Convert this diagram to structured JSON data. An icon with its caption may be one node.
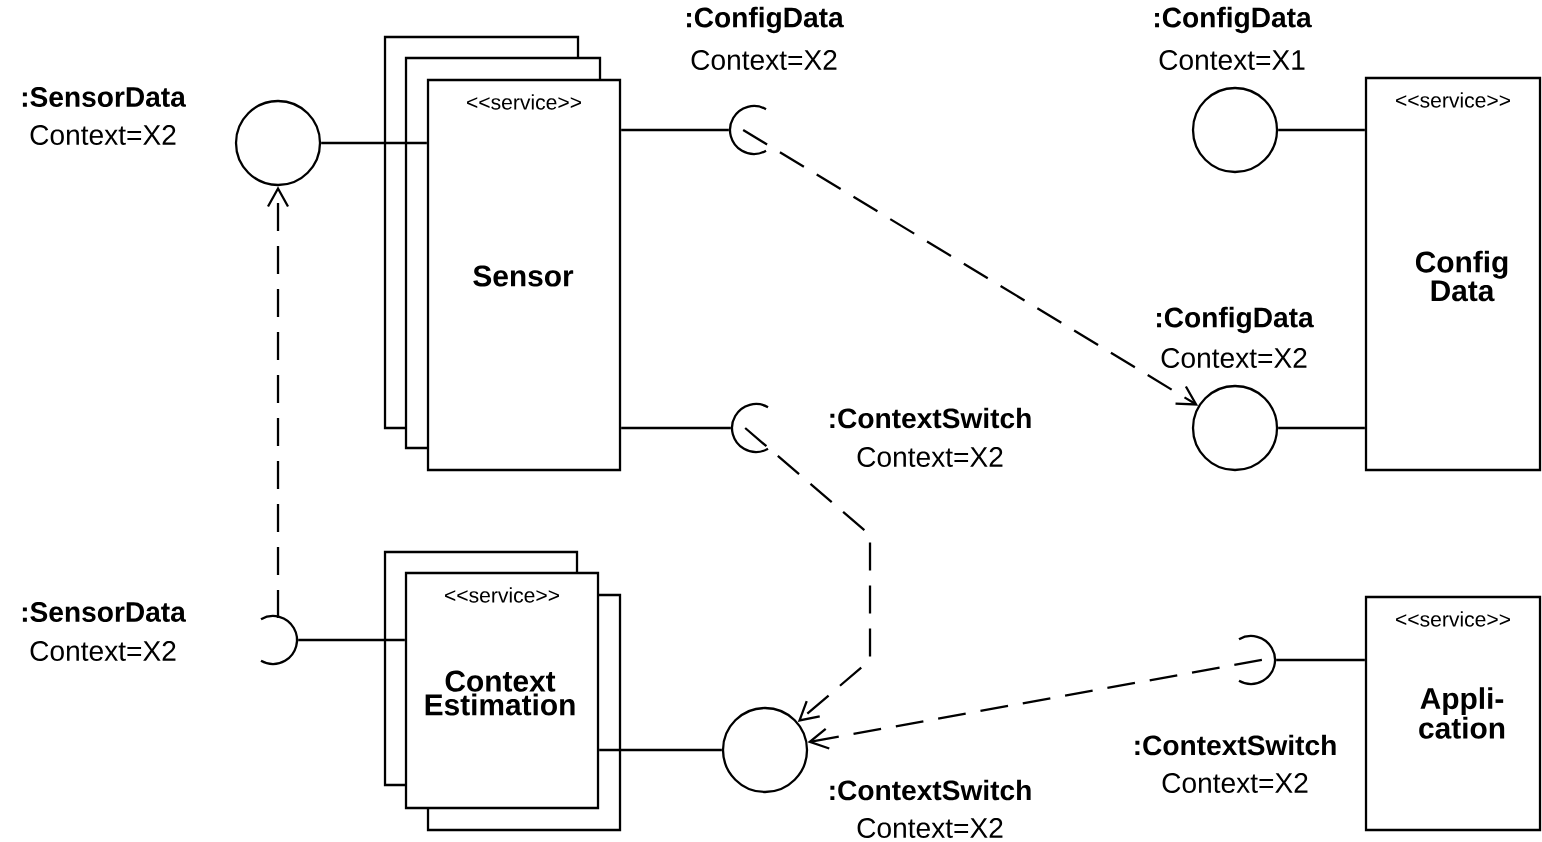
{
  "diagram": {
    "nodes": [
      {
        "text": [
          "<<service>>",
          "Sensor"
        ]
      },
      {
        "text": [
          "<<service>>",
          "Context Estimation"
        ]
      },
      {
        "text": [
          "<<service>>",
          "Config Data"
        ]
      },
      {
        "text": [
          "<<service>>",
          "Appli- cation"
        ]
      },
      {
        "text": [],
        "shape": "circle",
        "beside": [
          ":SensorData",
          "Context=X2"
        ]
      },
      {
        "text": [],
        "shape": "arc",
        "beside": [
          ":ConfigData",
          "Context=X2"
        ]
      },
      {
        "text": [],
        "shape": "arc",
        "beside": [
          ":ContextSwitch",
          "Context=X2"
        ]
      },
      {
        "text": [],
        "shape": "circle",
        "beside": [
          ":ConfigData",
          "Context=X1"
        ]
      },
      {
        "text": [],
        "shape": "circle",
        "beside": [
          ":ConfigData",
          "Context=X2"
        ]
      },
      {
        "text": [],
        "shape": "arc",
        "beside": [
          ":SensorData",
          "Context=X2"
        ]
      },
      {
        "text": [],
        "shape": "circle",
        "beside": [
          ":ContextSwitch",
          "Context=X2"
        ]
      },
      {
        "text": [],
        "shape": "arc",
        "beside": [
          ":ContextSwitch",
          "Context=X2"
        ]
      }
    ],
    "edges": [
      {
        "from": 4,
        "to": 0,
        "arrow": "none"
      },
      {
        "from": 0,
        "to": 5,
        "arrow": "none"
      },
      {
        "from": 0,
        "to": 6,
        "arrow": "none"
      },
      {
        "from": 7,
        "to": 2,
        "arrow": "none"
      },
      {
        "from": 8,
        "to": 2,
        "arrow": "none"
      },
      {
        "from": 9,
        "to": 1,
        "arrow": "none"
      },
      {
        "from": 1,
        "to": 10,
        "arrow": "none"
      },
      {
        "from": 11,
        "to": 3,
        "arrow": "none"
      },
      {
        "from": 5,
        "to": 8,
        "arrow": "to",
        "style": "dashed"
      },
      {
        "from": 6,
        "to": 10,
        "arrow": "to",
        "style": "dashed"
      },
      {
        "from": 11,
        "to": 10,
        "arrow": "to",
        "style": "dashed"
      },
      {
        "from": 9,
        "to": 4,
        "arrow": "to",
        "style": "dashed"
      }
    ]
  }
}
